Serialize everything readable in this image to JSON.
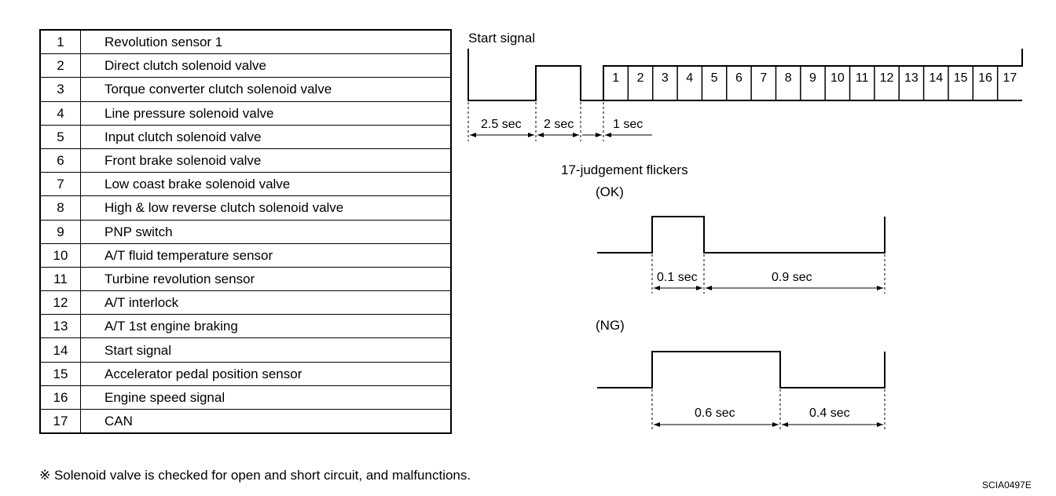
{
  "table": {
    "rows": [
      {
        "num": "1",
        "name": "Revolution sensor 1"
      },
      {
        "num": "2",
        "name": "Direct clutch solenoid valve"
      },
      {
        "num": "3",
        "name": "Torque converter clutch solenoid valve"
      },
      {
        "num": "4",
        "name": "Line pressure solenoid valve"
      },
      {
        "num": "5",
        "name": "Input clutch solenoid valve"
      },
      {
        "num": "6",
        "name": "Front brake solenoid valve"
      },
      {
        "num": "7",
        "name": "Low coast brake solenoid valve"
      },
      {
        "num": "8",
        "name": "High & low reverse clutch solenoid valve"
      },
      {
        "num": "9",
        "name": "PNP switch"
      },
      {
        "num": "10",
        "name": "A/T fluid temperature sensor"
      },
      {
        "num": "11",
        "name": "Turbine revolution sensor"
      },
      {
        "num": "12",
        "name": "A/T interlock"
      },
      {
        "num": "13",
        "name": "A/T 1st engine braking"
      },
      {
        "num": "14",
        "name": "Start signal"
      },
      {
        "num": "15",
        "name": "Accelerator pedal position sensor"
      },
      {
        "num": "16",
        "name": "Engine speed signal"
      },
      {
        "num": "17",
        "name": "CAN"
      }
    ]
  },
  "timing": {
    "start_signal_label": "Start signal",
    "durations": {
      "first": "2.5 sec",
      "second": "2 sec",
      "third": "1 sec"
    },
    "slots": [
      "1",
      "2",
      "3",
      "4",
      "5",
      "6",
      "7",
      "8",
      "9",
      "10",
      "11",
      "12",
      "13",
      "14",
      "15",
      "16",
      "17"
    ],
    "judgement_label": "17-judgement flickers",
    "ok": {
      "label": "(OK)",
      "high": "0.1 sec",
      "low": "0.9 sec"
    },
    "ng": {
      "label": "(NG)",
      "high": "0.6 sec",
      "low": "0.4 sec"
    }
  },
  "footnote": "※ Solenoid valve is checked for open and short circuit, and malfunctions.",
  "figure_code": "SCIA0497E"
}
